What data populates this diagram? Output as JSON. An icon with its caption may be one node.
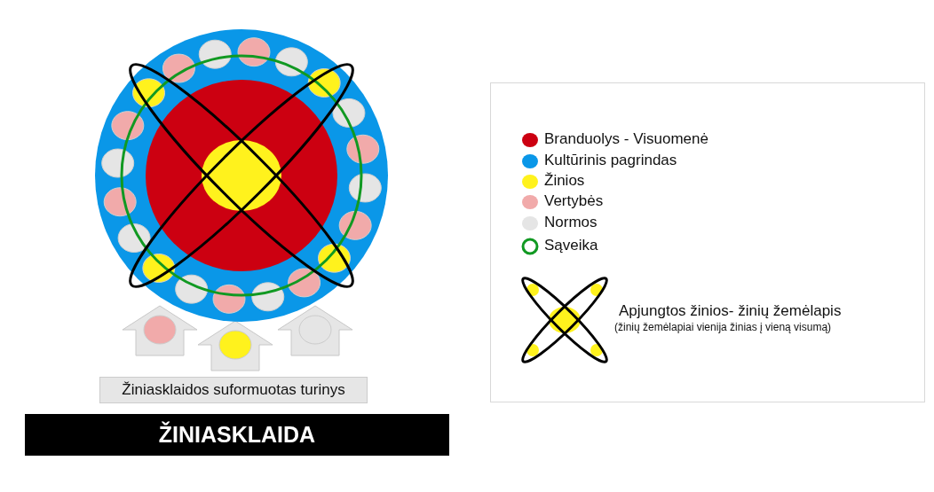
{
  "diagram": {
    "nodes": [
      {
        "text": [
          "Žiniasklaidos suformuotas turinys"
        ]
      },
      {
        "text": [
          "ŽINIASKLAIDA"
        ]
      }
    ],
    "labels": [
      "(žinių žemėlapiai vienija žinias į vieną visumą)"
    ],
    "legend": [
      {
        "text": "Branduolys - Visuomenė",
        "color": "#cc0011"
      },
      {
        "text": "Kultūrinis pagrindas",
        "color": "#0a97e8"
      },
      {
        "text": "Žinios",
        "color": "#fff21d"
      },
      {
        "text": "Vertybės",
        "color": "#f1aaaa"
      },
      {
        "text": "Normos",
        "color": "#e5e5e5"
      },
      {
        "text": "Sąveika"
      },
      {
        "text": "Apjungtos žinios- žinių žemėlapis"
      }
    ]
  }
}
